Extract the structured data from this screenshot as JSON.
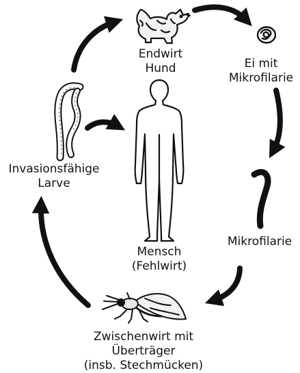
{
  "colors": {
    "ink": "#111111",
    "background": "#ffffff"
  },
  "labels": {
    "endwirt": {
      "line1": "Endwirt",
      "line2": "Hund"
    },
    "ei": {
      "line1": "Ei mit",
      "line2": "Mikrofilarie"
    },
    "mikrofilarie": "Mikrofilarie",
    "mensch": {
      "line1": "Mensch",
      "line2": "(Fehlwirt)"
    },
    "larve": {
      "line1": "Invasionsfähige",
      "line2": "Larve"
    },
    "zwischenwirt": {
      "line1": "Zwischenwirt mit",
      "line2": "Überträger",
      "line3": "(insb. Stechmücken)"
    }
  },
  "icons": [
    "dog-icon",
    "egg-icon",
    "microfilaria-icon",
    "human-icon",
    "mosquito-icon",
    "larva-icon"
  ]
}
